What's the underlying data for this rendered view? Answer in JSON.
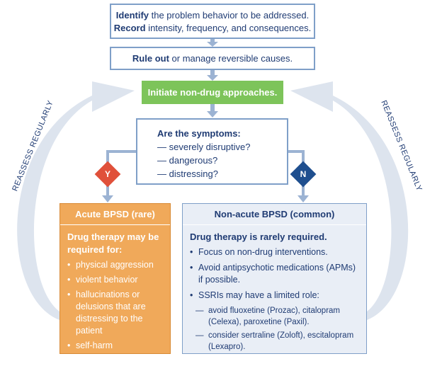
{
  "flowchart": {
    "step1": {
      "bold1": "Identify",
      "rest1": " the problem behavior to be addressed.",
      "bold2": "Record",
      "rest2": " intensity, frequency, and consequences."
    },
    "step2": {
      "bold": "Rule out",
      "rest": " or manage reversible causes."
    },
    "step3": {
      "label": "Initiate non-drug approaches."
    },
    "decision": {
      "question": "Are the symptoms:",
      "options": [
        "— severely disruptive?",
        "— dangerous?",
        "— distressing?"
      ]
    },
    "yes_label": "Y",
    "no_label": "N",
    "side_left": "REASSESS REGULARLY",
    "side_right": "REASSESS REGULARLY",
    "acute": {
      "title": "Acute BPSD (rare)",
      "subtitle": "Drug therapy may be required for:",
      "items": [
        "physical aggression",
        "violent behavior",
        "hallucinations or delusions that are distressing to the patient",
        "self-harm"
      ]
    },
    "nonacute": {
      "title": "Non-acute BPSD (common)",
      "subtitle": "Drug therapy is rarely required.",
      "items": [
        "Focus on non-drug interventions.",
        "Avoid antipsychotic medications (APMs) if possible.",
        "SSRIs may have a limited role:"
      ],
      "subitems": [
        "avoid fluoxetine (Prozac), citalopram (Celexa), paroxetine (Paxil).",
        "consider sertraline (Zoloft), escitalopram (Lexapro)."
      ]
    }
  },
  "colors": {
    "navy": "#1f3b73",
    "green": "#7dc45a",
    "orange": "#f0a95a",
    "red": "#e0503a",
    "blue_diamond": "#1f4f8f",
    "arc": "#dde4ee"
  }
}
